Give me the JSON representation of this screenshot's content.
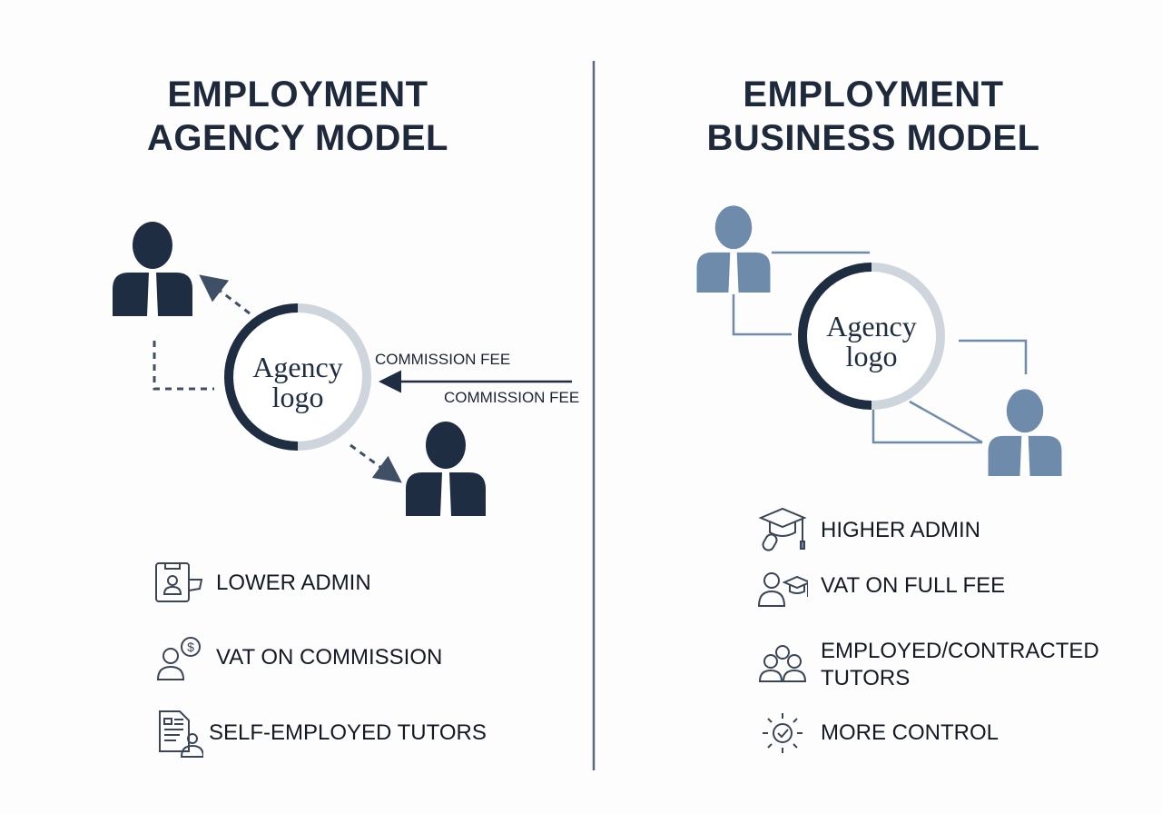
{
  "colors": {
    "navy": "#1e2d42",
    "steel_blue": "#6f8bab",
    "ring_light": "#cfd5dc",
    "divider": "#5a6b80"
  },
  "left": {
    "title_line1": "EMPLOYMENT",
    "title_line2": "AGENCY MODEL",
    "logo_line1": "Agency",
    "logo_line2": "logo",
    "arrow_label_1": "COMMISSION FEE",
    "arrow_label_2": "COMMISSION FEE",
    "items": [
      {
        "icon": "id-badge-icon",
        "label": "LOWER ADMIN"
      },
      {
        "icon": "user-dollar-icon",
        "label": "VAT ON COMMISSION"
      },
      {
        "icon": "document-user-icon",
        "label": "SELF-EMPLOYED TUTORS"
      }
    ]
  },
  "right": {
    "title_line1": "EMPLOYMENT",
    "title_line2": "BUSINESS MODEL",
    "logo_line1": "Agency",
    "logo_line2": "logo",
    "items": [
      {
        "icon": "graduation-cap-mouse-icon",
        "label": "HIGHER ADMIN"
      },
      {
        "icon": "user-graduation-icon",
        "label": "VAT ON FULL FEE"
      },
      {
        "icon": "group-users-icon",
        "label": "EMPLOYED/CONTRACTED TUTORS"
      },
      {
        "icon": "sun-check-icon",
        "label": "MORE CONTROL"
      }
    ]
  }
}
